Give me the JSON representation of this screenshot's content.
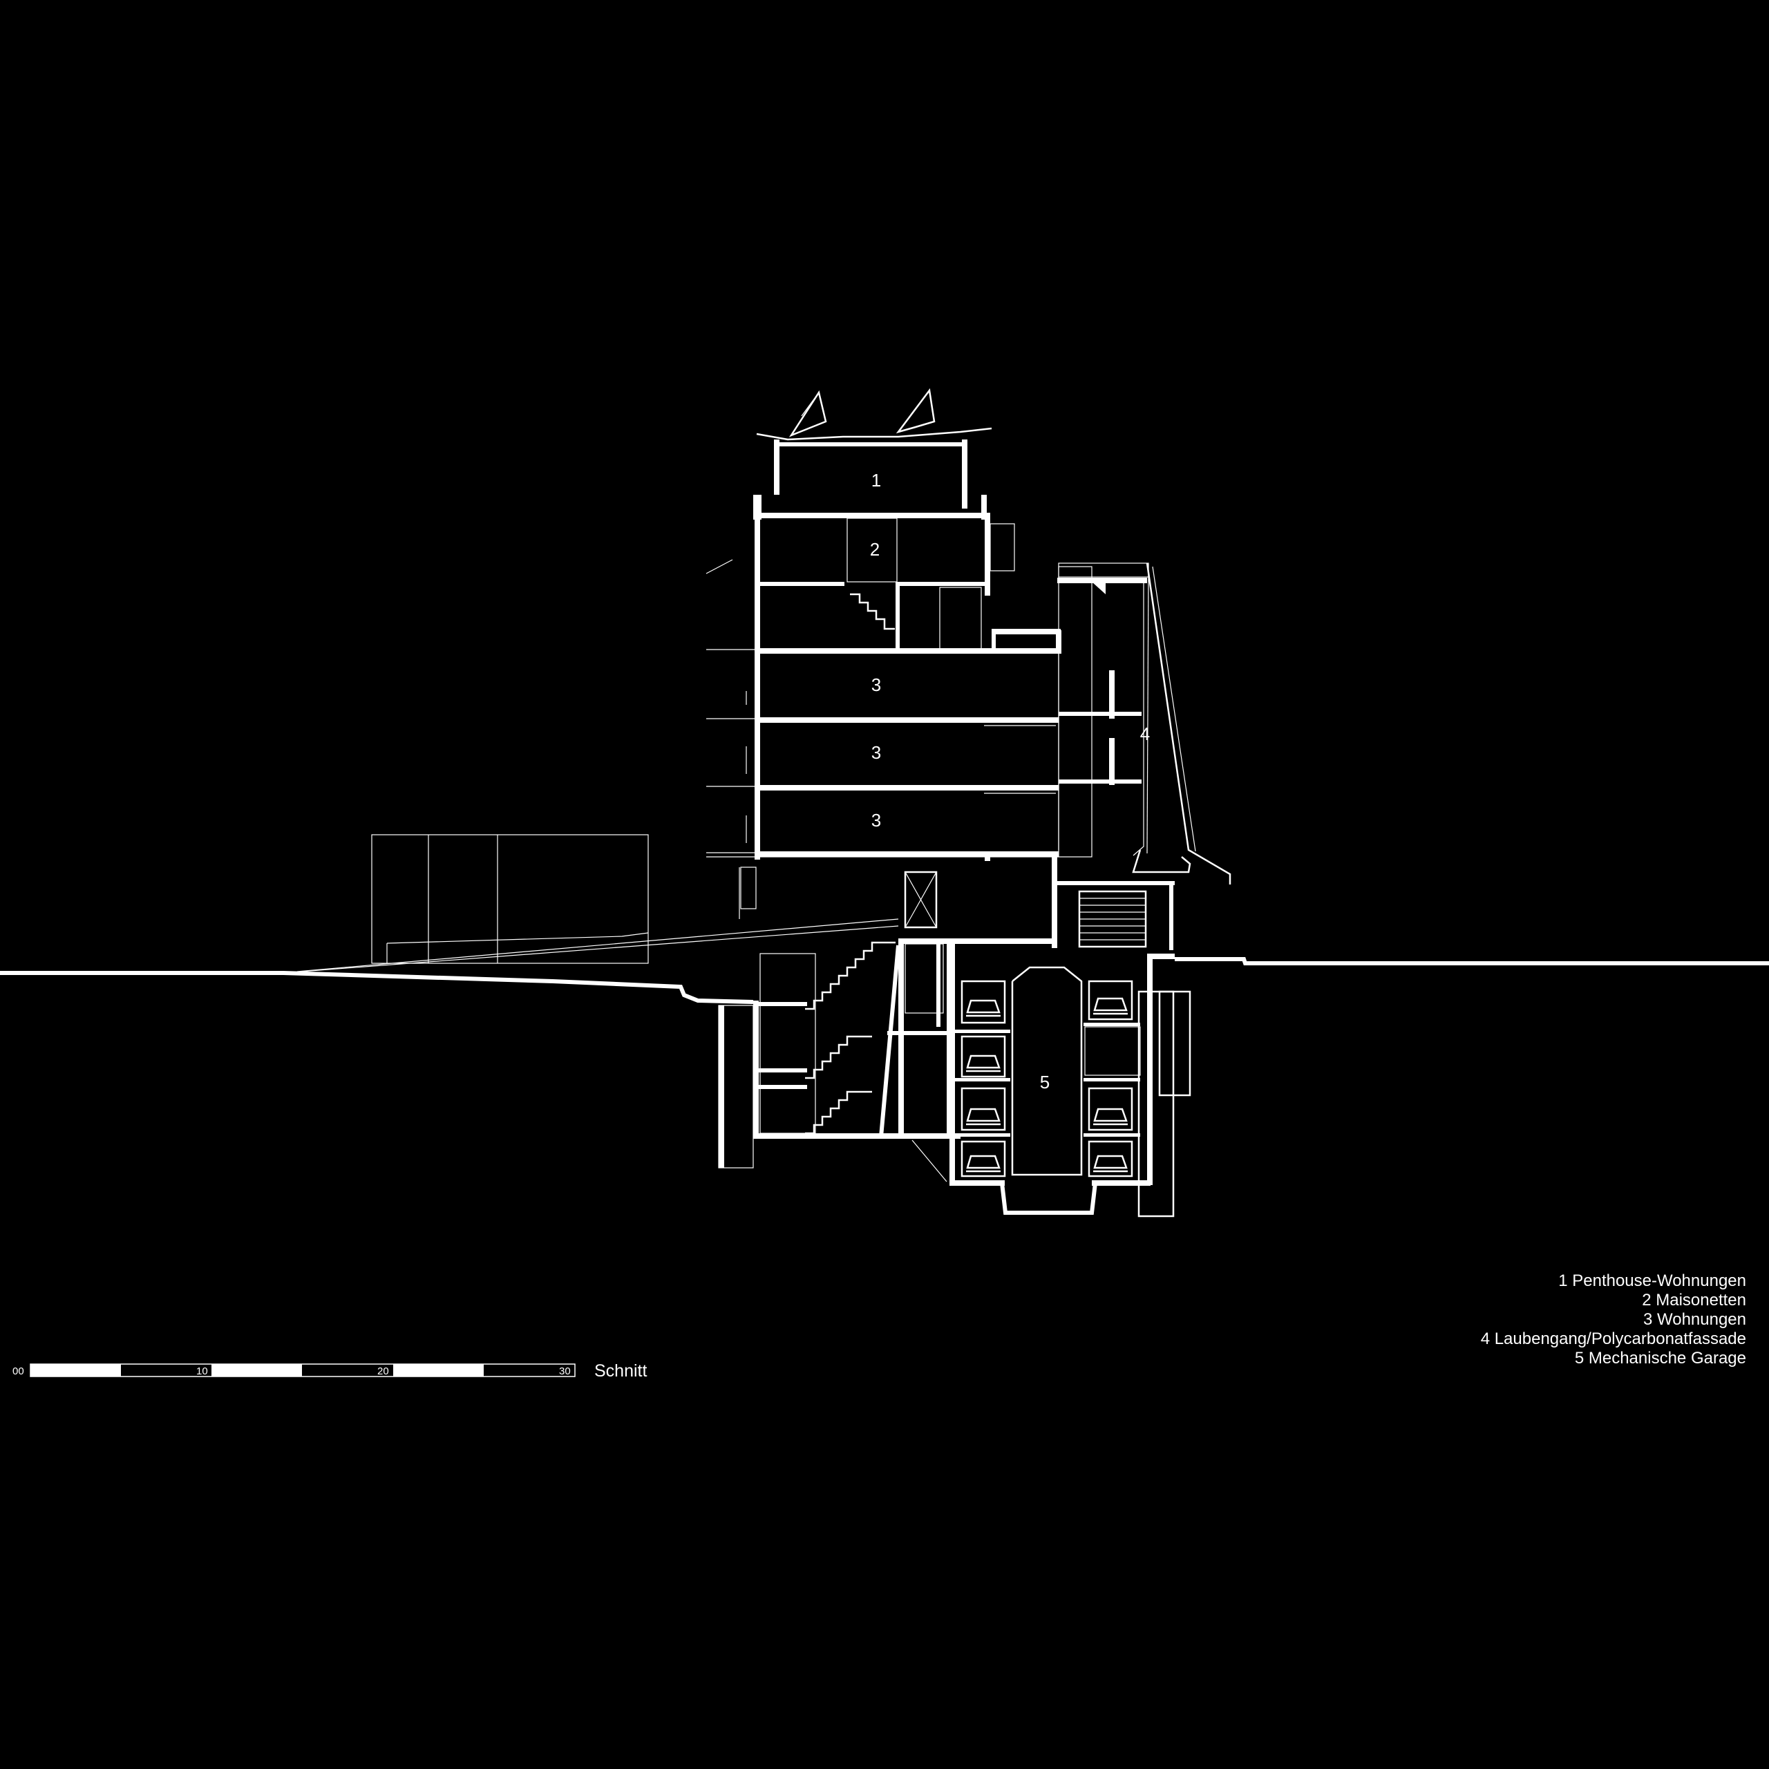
{
  "rooms": {
    "r1": "1",
    "r2": "2",
    "r3a": "3",
    "r3b": "3",
    "r3c": "3",
    "r4": "4",
    "r5": "5"
  },
  "legend": [
    "1 Penthouse-Wohnungen",
    "2 Maisonetten",
    "3 Wohnungen",
    "4 Laubengang/Polycarbonatfassade",
    "5 Mechanische Garage"
  ],
  "scale": {
    "title": "Schnitt",
    "ticks": [
      "00",
      "10",
      "20",
      "30"
    ]
  }
}
